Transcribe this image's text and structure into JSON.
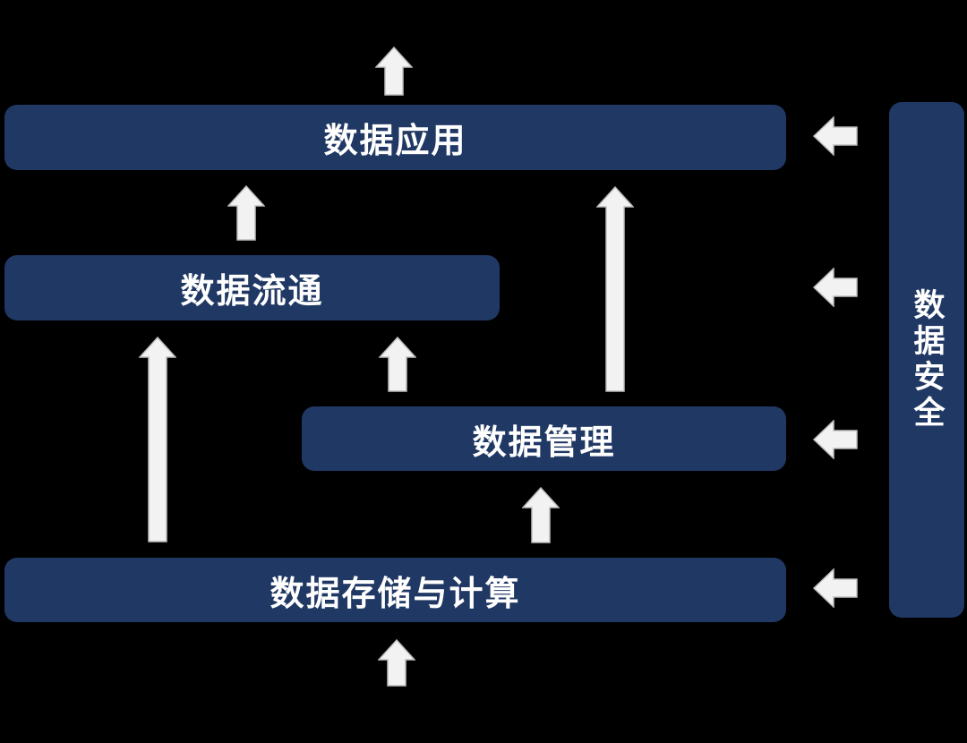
{
  "colors": {
    "background": "#000000",
    "box_fill": "#203864",
    "box_text": "#FFFFFF",
    "arrow_fill": "#F2F2F2",
    "arrow_edge": "#BDBDBD"
  },
  "layers": [
    {
      "label": "数据应用"
    },
    {
      "label": "数据流通"
    },
    {
      "label": "数据管理"
    },
    {
      "label": "数据存储与计算"
    }
  ],
  "side_panel": {
    "label": "数据安全"
  }
}
